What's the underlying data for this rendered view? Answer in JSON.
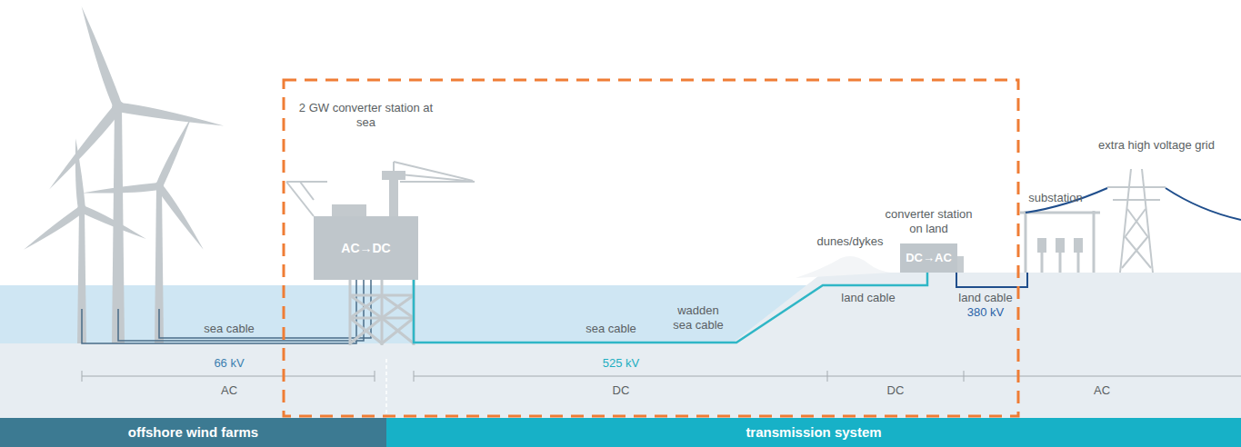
{
  "diagram": {
    "nodes": [
      {
        "text": [
          "2 GW converter station at sea",
          "AC→DC"
        ]
      },
      {
        "text": [
          "converter station on land",
          "DC→AC"
        ]
      },
      {
        "text": [
          "offshore wind farms"
        ]
      },
      {
        "text": [
          "transmission system"
        ]
      }
    ],
    "edges": [
      {
        "from": 0,
        "to": 1,
        "arrow": "none"
      }
    ],
    "labels": [
      "sea cable",
      "66 kV",
      "AC",
      "sea cable",
      "wadden sea cable",
      "525 kV",
      "DC",
      "dunes/dykes",
      "land cable",
      "land cable",
      "380 kV",
      "DC",
      "AC",
      "substation",
      "extra high voltage grid"
    ]
  }
}
